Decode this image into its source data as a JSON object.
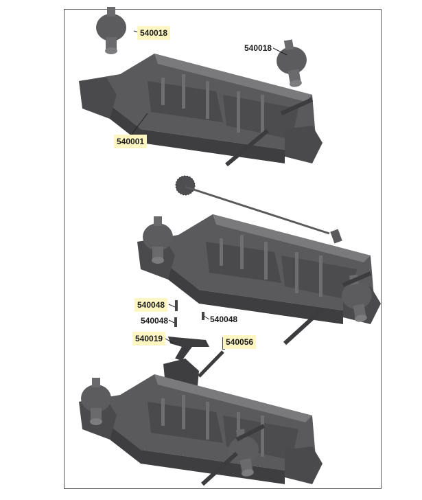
{
  "diagram": {
    "labels": [
      {
        "id": "diff-front",
        "text": "540018",
        "highlighted": true
      },
      {
        "id": "diff-rear",
        "text": "540018",
        "highlighted": false
      },
      {
        "id": "chassis",
        "text": "540001",
        "highlighted": true
      },
      {
        "id": "screw-a",
        "text": "540048",
        "highlighted": true
      },
      {
        "id": "screw-b",
        "text": "540048",
        "highlighted": false
      },
      {
        "id": "screw-c",
        "text": "540048",
        "highlighted": false
      },
      {
        "id": "brace",
        "text": "540019",
        "highlighted": true
      },
      {
        "id": "screw-d",
        "text": "540056",
        "highlighted": true
      }
    ],
    "colors": {
      "part": "#58585a",
      "part_dark": "#3c3c3e",
      "part_light": "#78787a",
      "highlight": "#fdf6c3"
    }
  }
}
